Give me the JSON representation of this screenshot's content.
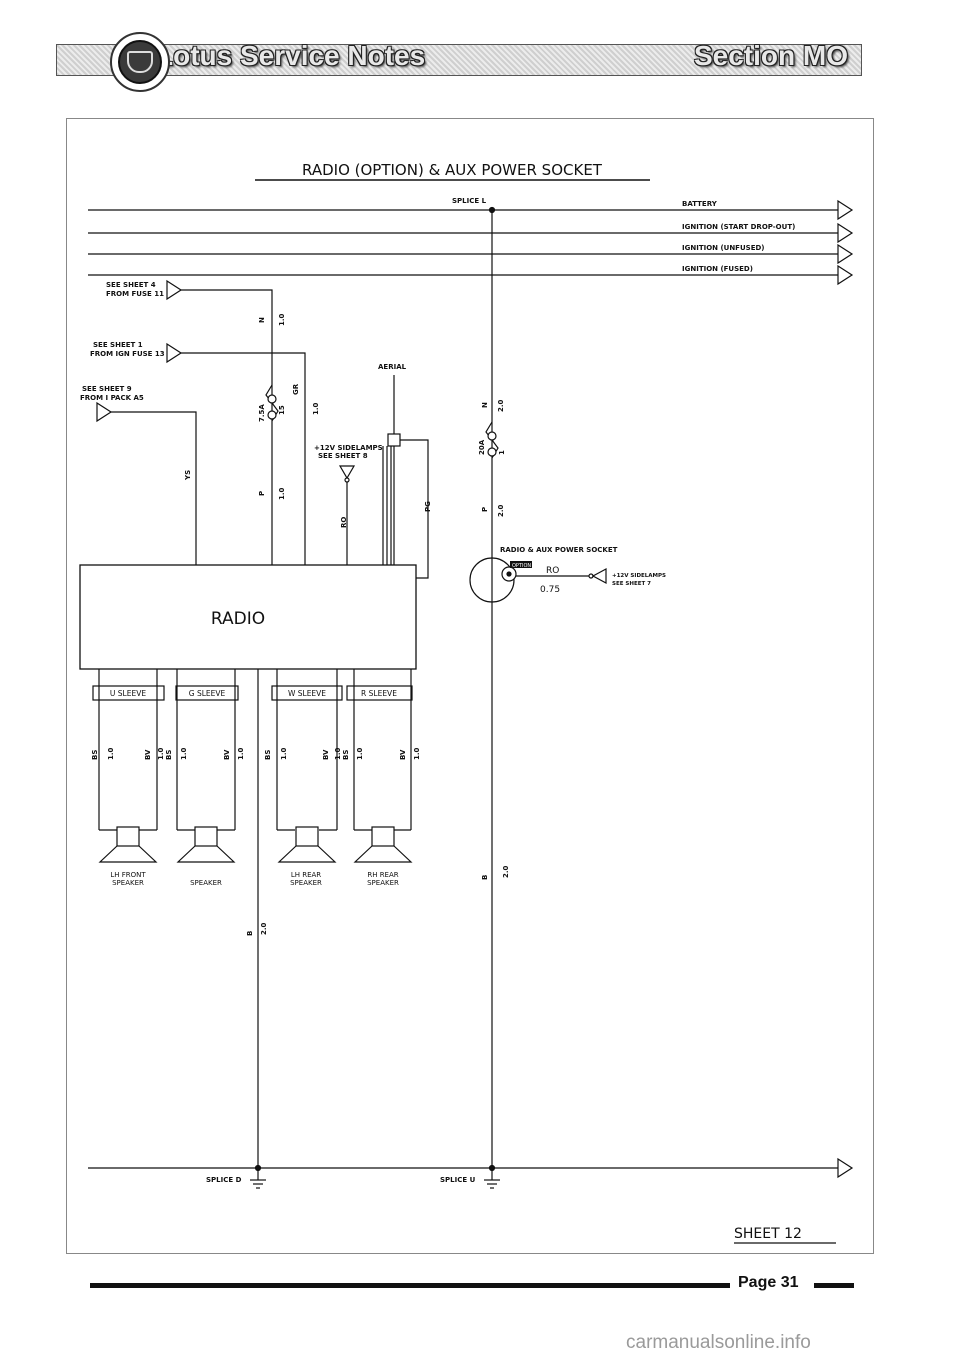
{
  "header": {
    "title": "Lotus Service Notes",
    "section": "Section MO"
  },
  "diagram": {
    "title": "RADIO (OPTION) & AUX POWER SOCKET",
    "sheet": "SHEET 12",
    "splice_top": "SPLICE L",
    "splice_d": "SPLICE D",
    "splice_u": "SPLICE U",
    "bus_labels": [
      "BATTERY",
      "IGNITION (START DROP-OUT)",
      "IGNITION (UNFUSED)",
      "IGNITION (FUSED)"
    ],
    "refs": [
      {
        "line1": "SEE SHEET 4",
        "line2": "FROM FUSE 11"
      },
      {
        "line1": "SEE SHEET 1",
        "line2": "FROM IGN FUSE 13"
      },
      {
        "line1": "SEE SHEET 9",
        "line2": "FROM I PACK A5"
      }
    ],
    "aerial": "AERIAL",
    "sidelamps_1": "+12V SIDELAMPS",
    "sidelamps_2": "SEE SHEET 8",
    "radio": "RADIO",
    "sleeves": [
      "U SLEEVE",
      "G SLEEVE",
      "W SLEEVE",
      "R SLEEVE"
    ],
    "speakers": [
      {
        "line1": "LH FRONT",
        "line2": "SPEAKER"
      },
      {
        "line1": "",
        "line2": "SPEAKER"
      },
      {
        "line1": "LH REAR",
        "line2": "SPEAKER"
      },
      {
        "line1": "RH REAR",
        "line2": "SPEAKER"
      }
    ],
    "fuse_left": "7.5A",
    "fuse_left_no": "15",
    "fuse_right": "20A",
    "fuse_right_no": "1",
    "socket_label": "RADIO & AUX POWER SOCKET",
    "socket_option": "OPTION",
    "socket_wire": "RO",
    "socket_size": "0.75",
    "socket_ref_1": "+12V SIDELAMPS",
    "socket_ref_2": "SEE SHEET 7",
    "wire_labels": {
      "n": "N",
      "p": "P",
      "gr": "GR",
      "ys": "YS",
      "ro": "RO",
      "pg": "PG",
      "b": "B",
      "bs": "BS",
      "bv": "BV",
      "s10": "1.0",
      "s20": "2.0"
    }
  },
  "footer": {
    "page": "Page 31",
    "watermark": "carmanualsonline.info"
  }
}
